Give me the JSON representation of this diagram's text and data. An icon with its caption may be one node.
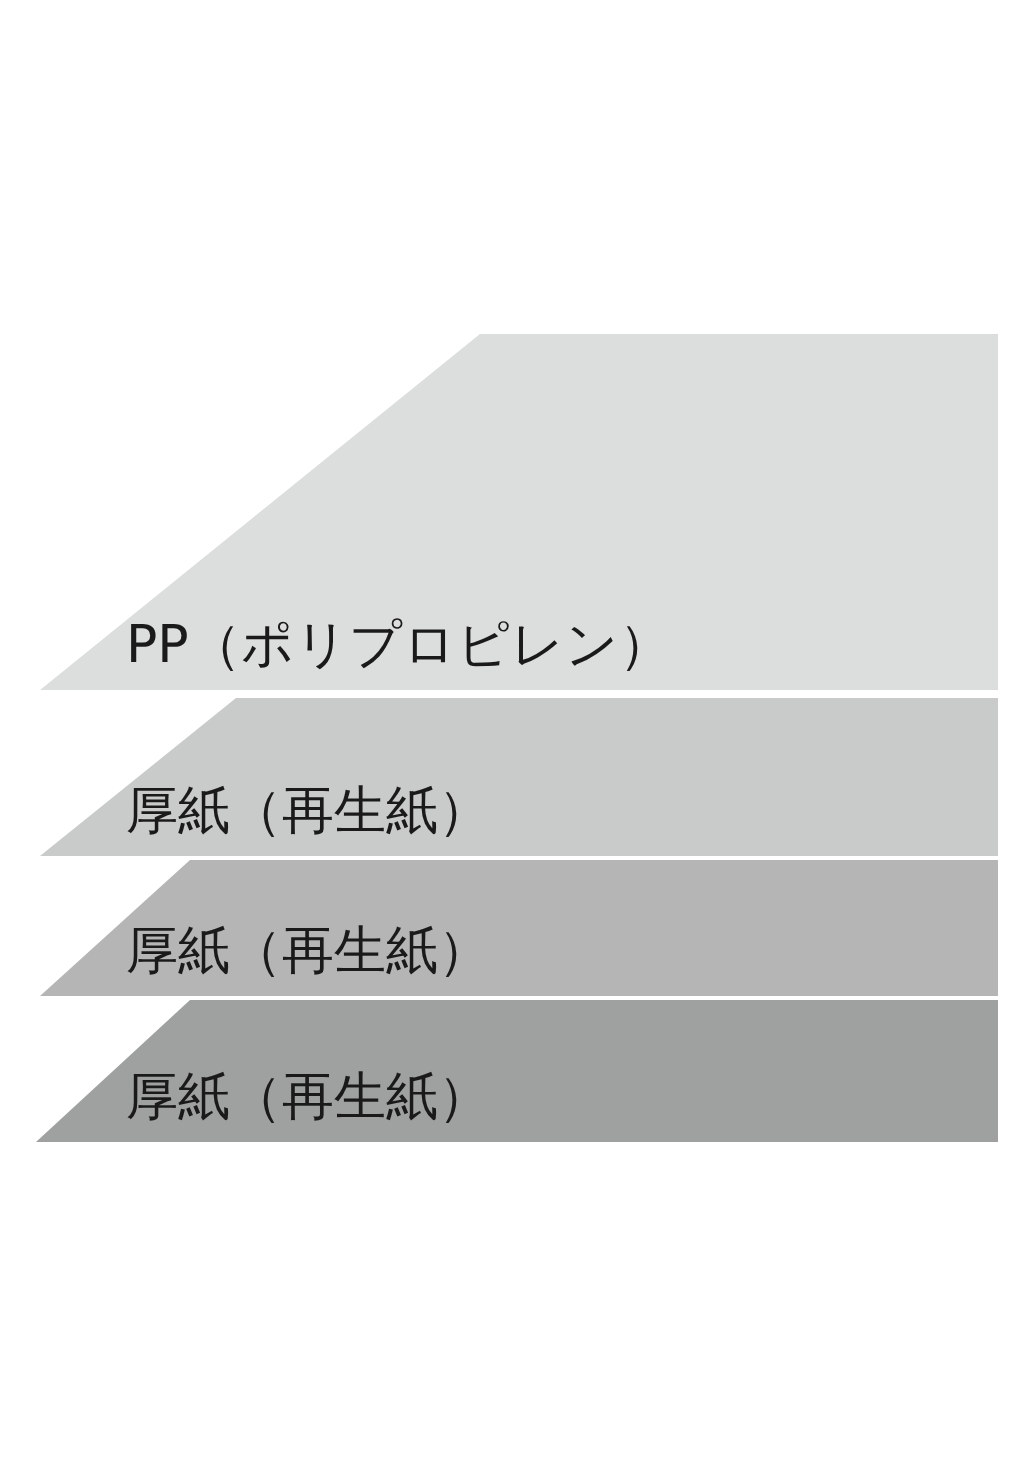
{
  "diagram": {
    "nodes": [
      {
        "text": [
          "PP（ポリプロピレン）"
        ]
      },
      {
        "text": [
          "厚紙（再生紙）"
        ]
      },
      {
        "text": [
          "厚紙（再生紙）"
        ]
      },
      {
        "text": [
          "厚紙（再生紙）"
        ]
      }
    ]
  }
}
